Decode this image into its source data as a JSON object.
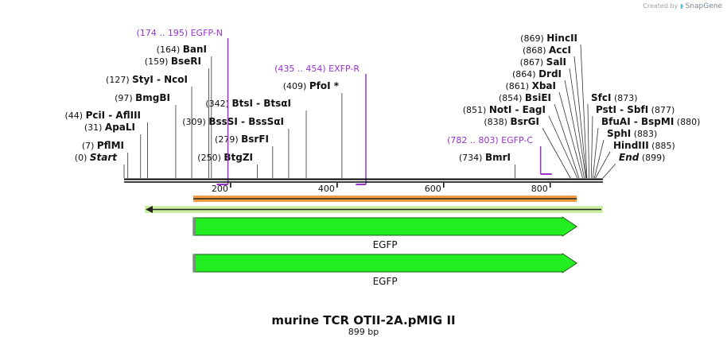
{
  "credit": {
    "prefix": "Created by",
    "brand": "SnapGene"
  },
  "title": "murine TCR OTII-2A.pMIG II",
  "length_label": "899 bp",
  "length_bp": 899,
  "ticks": [
    {
      "pos": 200,
      "label": "200"
    },
    {
      "pos": 400,
      "label": "400"
    },
    {
      "pos": 600,
      "label": "600"
    },
    {
      "pos": 800,
      "label": "800"
    }
  ],
  "left_sites": [
    {
      "pos": 0,
      "num": "(0)",
      "name": "Start",
      "italic": true
    },
    {
      "pos": 7,
      "num": "(7)",
      "name": "PflMI"
    },
    {
      "pos": 31,
      "num": "(31)",
      "name": "ApaLI"
    },
    {
      "pos": 44,
      "num": "(44)",
      "name": "PciI  -  AflIII"
    },
    {
      "pos": 97,
      "num": "(97)",
      "name": "BmgBI"
    },
    {
      "pos": 127,
      "num": "(127)",
      "name": "StyI   -  NcoI"
    },
    {
      "pos": 159,
      "num": "(159)",
      "name": "BseRI"
    },
    {
      "pos": 164,
      "num": "(164)",
      "name": "BanI"
    },
    {
      "pos": 250,
      "num": "(250)",
      "name": "BtgZI"
    },
    {
      "pos": 279,
      "num": "(279)",
      "name": "BsrFI"
    },
    {
      "pos": 309,
      "num": "(309)",
      "name": "BssSI  - BssSαI"
    },
    {
      "pos": 342,
      "num": "(342)",
      "name": "BtsI  - BtsαI"
    },
    {
      "pos": 409,
      "num": "(409)",
      "name": "PfoI *"
    },
    {
      "pos": 734,
      "num": "(734)",
      "name": "BmrI"
    }
  ],
  "right_sites": [
    {
      "pos": 838,
      "num": "(838)",
      "name": "BsrGI"
    },
    {
      "pos": 851,
      "num": "(851)",
      "name": "NotI  - EagI"
    },
    {
      "pos": 854,
      "num": "(854)",
      "name": "BsiEI"
    },
    {
      "pos": 861,
      "num": "(861)",
      "name": "XbaI"
    },
    {
      "pos": 864,
      "num": "(864)",
      "name": "DrdI"
    },
    {
      "pos": 867,
      "num": "(867)",
      "name": "SalI"
    },
    {
      "pos": 868,
      "num": "(868)",
      "name": "AccI"
    },
    {
      "pos": 869,
      "num": "(869)",
      "name": "HincII"
    },
    {
      "pos": 873,
      "num": "(873)",
      "name": "SfcI"
    },
    {
      "pos": 877,
      "num": "(877)",
      "name": "PstI  - SbfI"
    },
    {
      "pos": 880,
      "num": "(880)",
      "name": "BfuAI  - BspMI"
    },
    {
      "pos": 883,
      "num": "(883)",
      "name": "SphI"
    },
    {
      "pos": 885,
      "num": "(885)",
      "name": "HindIII"
    },
    {
      "pos": 899,
      "num": "(899)",
      "name": "End",
      "italic": true
    }
  ],
  "primers": [
    {
      "range": "(174 .. 195)",
      "name": "EGFP-N",
      "start": 174,
      "end": 195
    },
    {
      "range": "(435 .. 454)",
      "name": "EXFP-R",
      "start": 435,
      "end": 454
    },
    {
      "range": "(782 .. 803)",
      "name": "EGFP-C",
      "start": 782,
      "end": 803
    }
  ],
  "features": [
    {
      "name": "EGFP",
      "start": 130,
      "end": 850,
      "color": "#22ee22"
    },
    {
      "name": "EGFP",
      "start": 130,
      "end": 850,
      "color": "#22ee22"
    }
  ],
  "colors": {
    "primer": "#9933cc",
    "backbone": "#000000",
    "orange_bar": "#f0a040",
    "green_bar": "#c8f0a0"
  }
}
